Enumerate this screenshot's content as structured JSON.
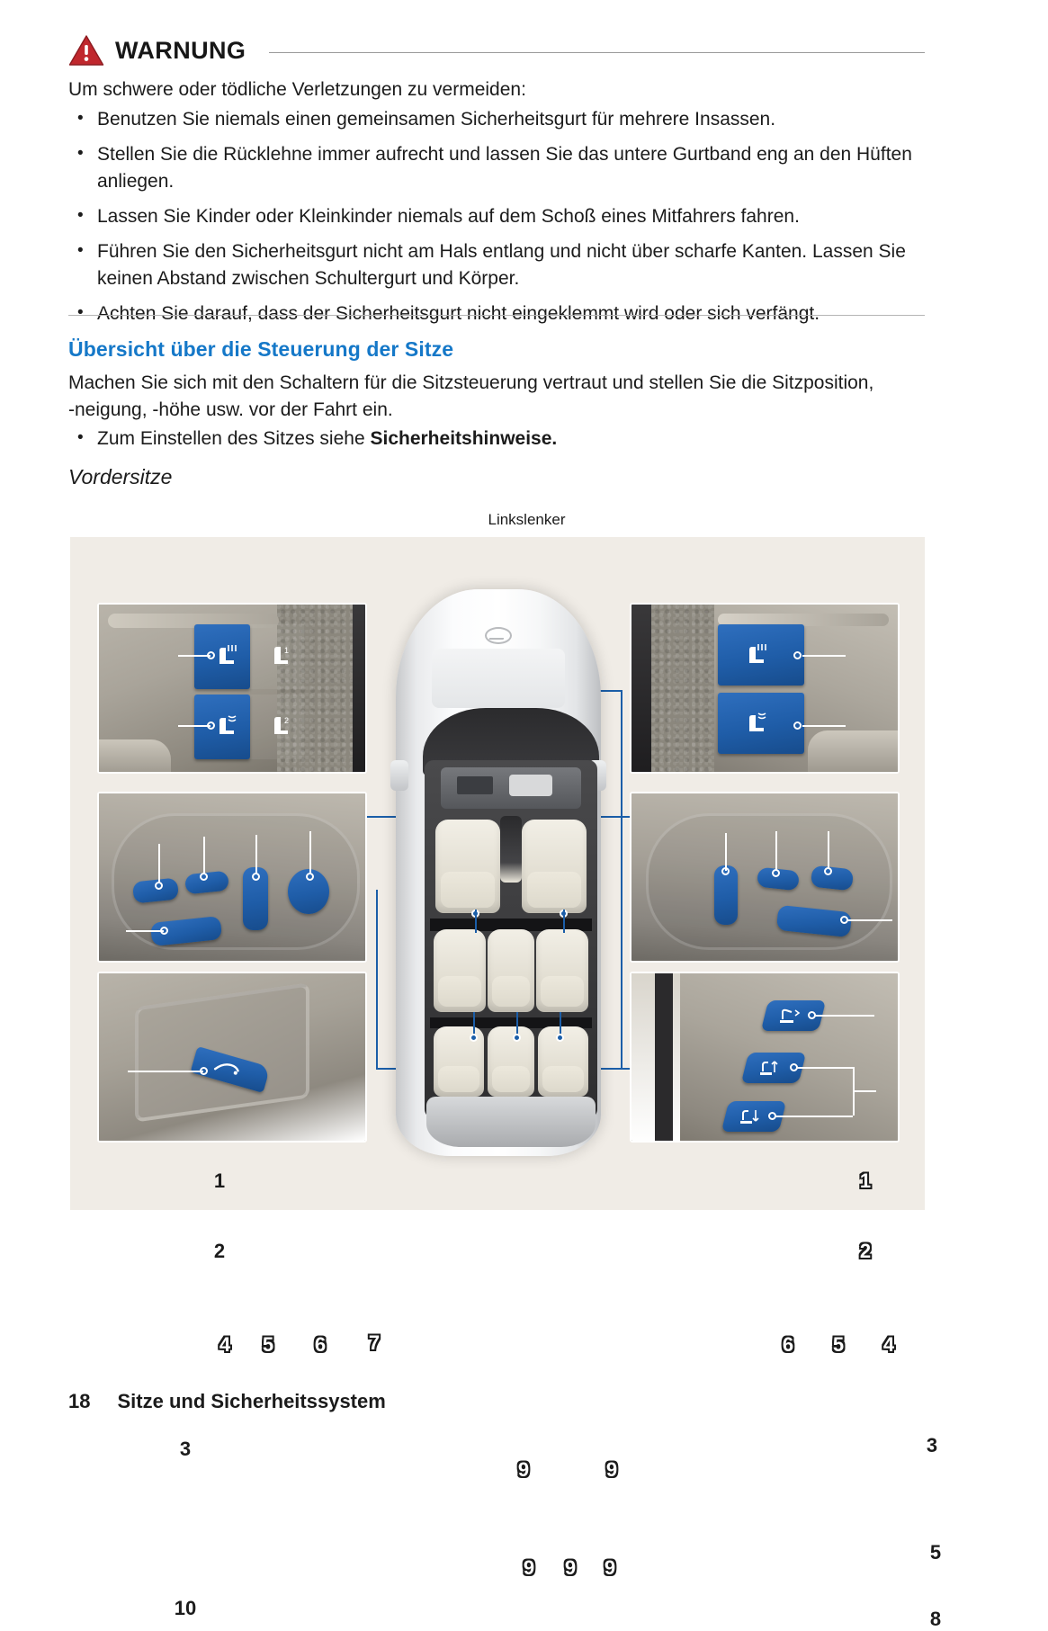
{
  "warning": {
    "icon": "warning-triangle-icon",
    "title": "WARNUNG",
    "intro": "Um schwere oder tödliche Verletzungen zu vermeiden:",
    "bullets": [
      "Benutzen Sie niemals einen gemeinsamen Sicherheitsgurt für mehrere Insassen.",
      "Stellen Sie die Rücklehne immer aufrecht und lassen Sie das untere Gurtband eng an den Hüften anliegen.",
      "Lassen Sie Kinder oder Kleinkinder niemals auf dem Schoß eines Mitfahrers fahren.",
      "Führen Sie den Sicherheitsgurt nicht am Hals entlang und nicht über scharfe Kanten. Lassen Sie keinen Abstand zwischen Schultergurt und Körper.",
      "Achten Sie darauf, dass der Sicherheitsgurt nicht eingeklemmt wird oder sich verfängt."
    ]
  },
  "section": {
    "heading": "Übersicht über die Steuerung der Sitze",
    "heading_color": "#1578c8",
    "paragraph": "Machen Sie sich mit den Schaltern für die Sitzsteuerung vertraut und stellen Sie die Sitzposition, -neigung, -höhe usw. vor der Fahrt ein.",
    "bullet_prefix": "Zum Einstellen des Sitzes siehe ",
    "bullet_ref": "Sicherheitshinweise.",
    "subheading": "Vordersitze"
  },
  "figure": {
    "caption": "Linkslenker",
    "background": "#f0ece6",
    "accent_blue": "#1f5da8",
    "callouts": {
      "tl_1": "1",
      "tl_2": "2",
      "tr_1": "1",
      "tr_2": "2",
      "ml_3": "3",
      "ml_4": "4",
      "ml_5": "5",
      "ml_6": "6",
      "ml_7": "7",
      "mr_3": "3",
      "mr_4": "4",
      "mr_5": "5",
      "mr_6": "6",
      "bl_10": "10",
      "br_5": "5",
      "br_8": "8",
      "seat_9a": "9",
      "seat_9b": "9",
      "seat_9c": "9",
      "seat_9d": "9",
      "seat_9e": "9"
    },
    "panels": {
      "top_left": "driver-door-seat-memory-switch-panel",
      "top_right": "passenger-door-seat-memory-switch-panel",
      "mid_left": "driver-seat-adjust-switch-panel",
      "mid_right": "passenger-seat-adjust-switch-panel",
      "bottom_left": "seat-walk-in-lever-panel",
      "bottom_right": "rear-seat-control-switch-panel"
    },
    "vehicle_logo": "hyundai-logo-icon"
  },
  "footer": {
    "page_number": "18",
    "chapter": "Sitze und Sicherheitssystem"
  }
}
